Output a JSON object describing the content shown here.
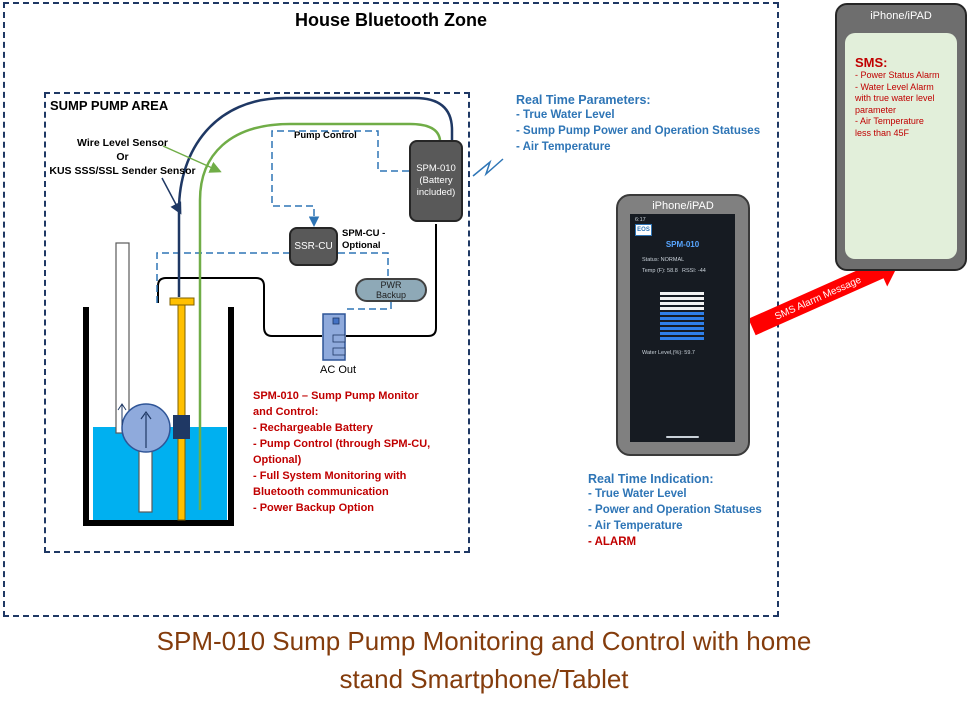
{
  "house_zone": {
    "title": "House Bluetooth Zone"
  },
  "sump_area": {
    "title": "SUMP PUMP AREA",
    "sensor_label": [
      "Wire Level Sensor",
      "Or",
      "KUS SSS/SSL Sender Sensor"
    ],
    "pump_control_label": "Pump Control",
    "spm_cu_label": [
      "SPM-CU -",
      "Optional"
    ],
    "ac_out_label": "AC Out"
  },
  "devices": {
    "spm010": [
      "SPM-010",
      "(Battery",
      "included)"
    ],
    "ssr_cu": "SSR-CU",
    "pwr_backup": [
      "PWR",
      "Backup"
    ]
  },
  "real_time_parameters": {
    "title": "Real Time Parameters:",
    "items": [
      "- True Water Level",
      "- Sump Pump Power and Operation Statuses",
      "- Air Temperature"
    ]
  },
  "spm_description": [
    "SPM-010 – Sump Pump Monitor",
    "and Control:",
    "- Rechargeable Battery",
    "- Pump Control (through SPM-CU,",
    "Optional)",
    "- Full System Monitoring with",
    "Bluetooth communication",
    "- Power Backup Option"
  ],
  "phone_main": {
    "title": "iPhone/iPAD",
    "time": "6:17",
    "logo": "EOS",
    "app_title": "SPM-010",
    "status": "Status: NORMAL",
    "temp": "Temp (F): 58.8",
    "rssi": "RSSI: -44",
    "water_level": "Water Level,(%): 59.7",
    "water_fraction": 0.6
  },
  "real_time_indication": {
    "title": "Real Time Indication:",
    "items": [
      "- True Water Level",
      "- Power and Operation Statuses",
      "- Air Temperature"
    ],
    "alarm": "- ALARM"
  },
  "phone_sms": {
    "title": "iPhone/iPAD",
    "sms_title": "SMS:",
    "items": [
      "- Power Status Alarm",
      "- Water Level Alarm",
      "with true water level",
      "parameter",
      "- Air Temperature",
      "less than 45F"
    ]
  },
  "sms_arrow_label": "SMS Alarm Message",
  "caption": [
    "SPM-010 Sump Pump Monitoring and Control with home",
    "stand Smartphone/Tablet"
  ],
  "colors": {
    "zone_border": "#1f3864",
    "blue_text": "#2e75b6",
    "red_text": "#c00000",
    "caption": "#843c0c",
    "water": "#00b0f0",
    "cable_dark": "#1f3864",
    "cable_green": "#70ad47",
    "pipe": "#ffc000",
    "arrow": "#ff0000"
  }
}
